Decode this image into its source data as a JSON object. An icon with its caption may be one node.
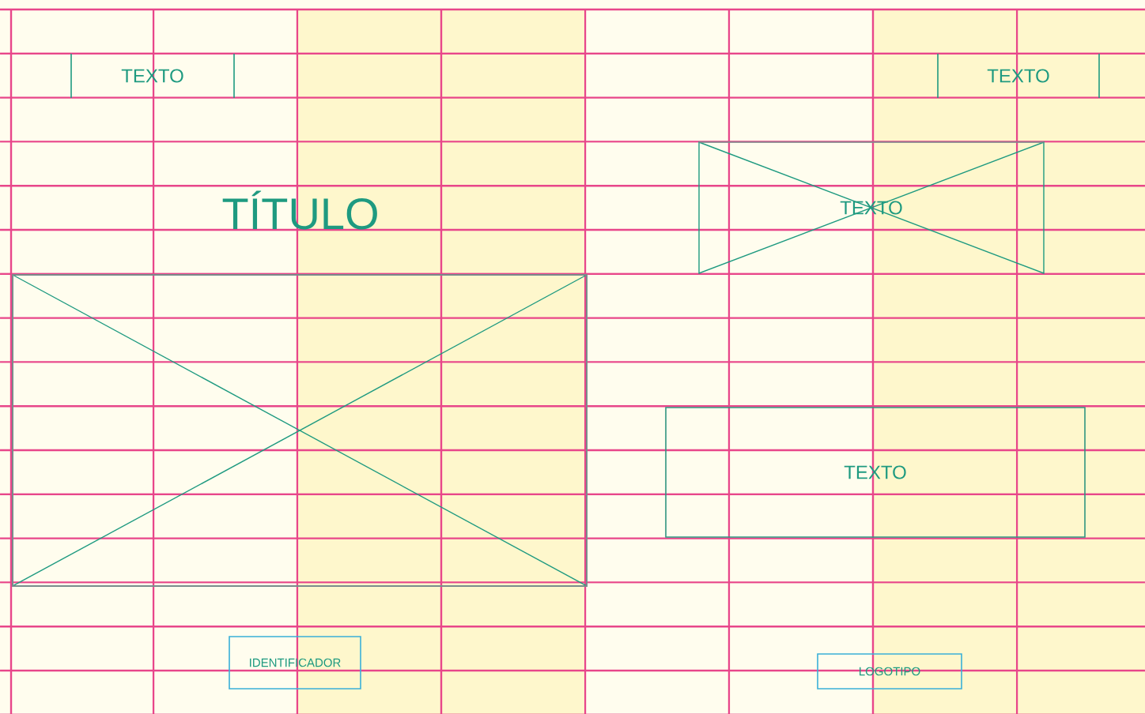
{
  "diagram": {
    "nodes": [
      {
        "text": [
          "TEXTO"
        ]
      },
      {
        "text": [],
        "shape": "box"
      },
      {
        "text": [
          "TEXTO"
        ]
      },
      {
        "text": [
          "TEXTO"
        ]
      },
      {
        "text": [
          "TEXTO"
        ]
      },
      {
        "text": [
          "IDENTIFICADOR"
        ]
      },
      {
        "text": [
          "LOGOTIPO"
        ]
      }
    ],
    "edges": [],
    "labels": [
      "TÍTULO"
    ]
  }
}
